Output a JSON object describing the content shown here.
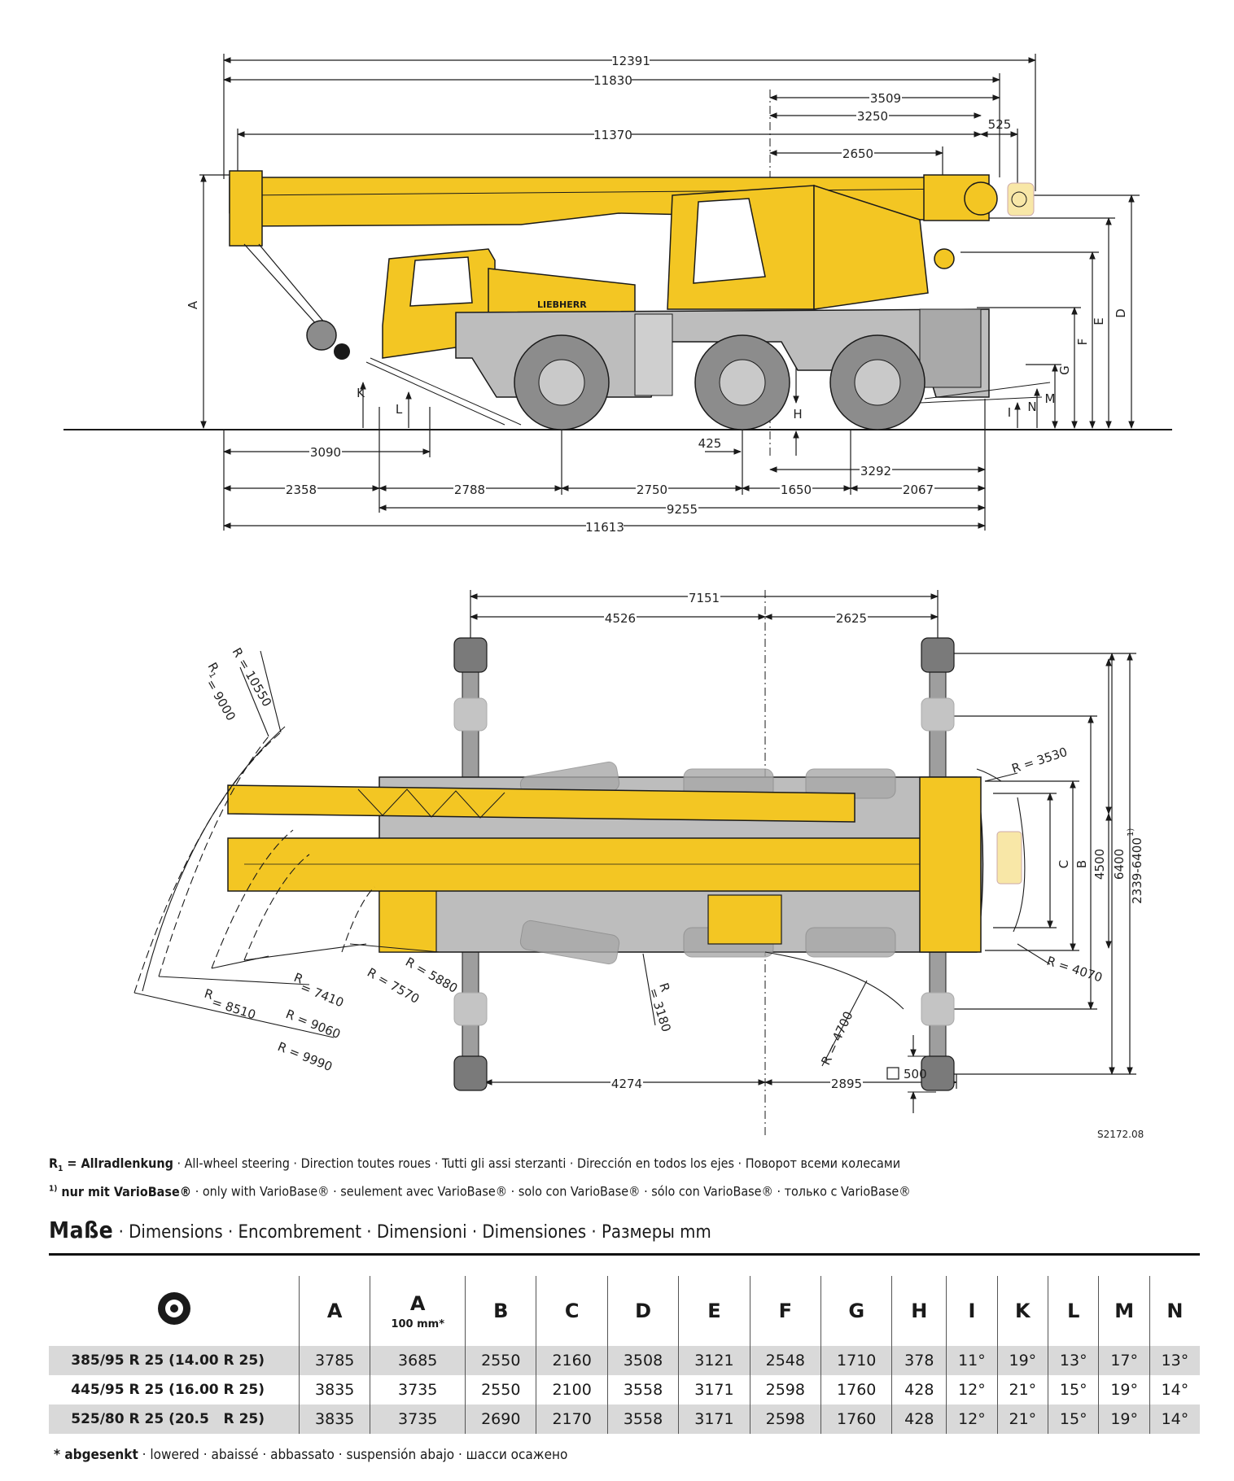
{
  "side_view": {
    "top_dims": [
      "12391",
      "11830",
      "3509",
      "3250",
      "525",
      "11370",
      "2650"
    ],
    "bottom_dims": [
      "3090",
      "425",
      "3292",
      "2358",
      "2788",
      "2750",
      "1650",
      "2067",
      "9255",
      "11613"
    ],
    "height_letters": [
      "A",
      "D",
      "E",
      "F",
      "G",
      "K",
      "L",
      "H",
      "I",
      "N",
      "M"
    ],
    "brand": "LIEBHERR"
  },
  "top_view": {
    "top_dims": [
      "7151",
      "4526",
      "2625"
    ],
    "bottom_dims": [
      "4274",
      "2895"
    ],
    "right_dims": [
      "C",
      "B",
      "4500",
      "6400",
      "2339-6400"
    ],
    "right_dim_sup": "1)",
    "radii": [
      "R = 10550",
      "R",
      "= 9000",
      "R = 3530",
      "R = 4070",
      "R",
      "= 7410",
      "R = 7570",
      "R = 5880",
      "R",
      "= 8510",
      "R = 9060",
      "R = 9990",
      "R",
      "= 3180",
      "R = 4700"
    ],
    "radius_sub": "1",
    "box_label": "500",
    "drawing_code": "S2172.08"
  },
  "notes": {
    "line1_prefix": "R",
    "line1_sub": "1",
    "line1_bold": " = Allradlenkung",
    "line1_rest": " · All-wheel steering · Direction toutes roues · Tutti gli assi sterzanti · Dirección en todos los ejes · Поворот всеми колесами",
    "line2_sup": "1)",
    "line2_bold": " nur mit VarioBase®",
    "line2_rest": " · only with VarioBase® · seulement avec VarioBase® · solo con VarioBase® · sólo con VarioBase® · только с VarioBase®"
  },
  "section_title": {
    "main": "Maße",
    "rest": " · Dimensions · Encombrement · Dimensioni · Dimensiones · Размеры  mm"
  },
  "table": {
    "header_icon": "tire-icon",
    "columns": [
      "A",
      "A",
      "B",
      "C",
      "D",
      "E",
      "F",
      "G",
      "H",
      "I",
      "K",
      "L",
      "M",
      "N"
    ],
    "column2_sub": "100 mm*",
    "rows": [
      {
        "tire": "385/95 R 25 (14.00 R 25)",
        "values": [
          "3785",
          "3685",
          "2550",
          "2160",
          "3508",
          "3121",
          "2548",
          "1710",
          "378",
          "11°",
          "19°",
          "13°",
          "17°",
          "13°"
        ]
      },
      {
        "tire": "445/95 R 25 (16.00 R 25)",
        "values": [
          "3835",
          "3735",
          "2550",
          "2100",
          "3558",
          "3171",
          "2598",
          "1760",
          "428",
          "12°",
          "21°",
          "15°",
          "19°",
          "14°"
        ]
      },
      {
        "tire": "525/80 R 25 (20.5   R 25)",
        "values": [
          "3835",
          "3735",
          "2690",
          "2170",
          "3558",
          "3171",
          "2598",
          "1760",
          "428",
          "12°",
          "21°",
          "15°",
          "19°",
          "14°"
        ]
      }
    ]
  },
  "footnote": {
    "bold": "* abgesenkt",
    "rest": " · lowered · abaissé · abbassato · suspensión abajo · шасси осажено"
  },
  "colors": {
    "crane_yellow": "#f3c623",
    "chassis_grey": "#bdbdbd",
    "tire_grey": "#8c8c8c",
    "line": "#1a1a1a"
  }
}
